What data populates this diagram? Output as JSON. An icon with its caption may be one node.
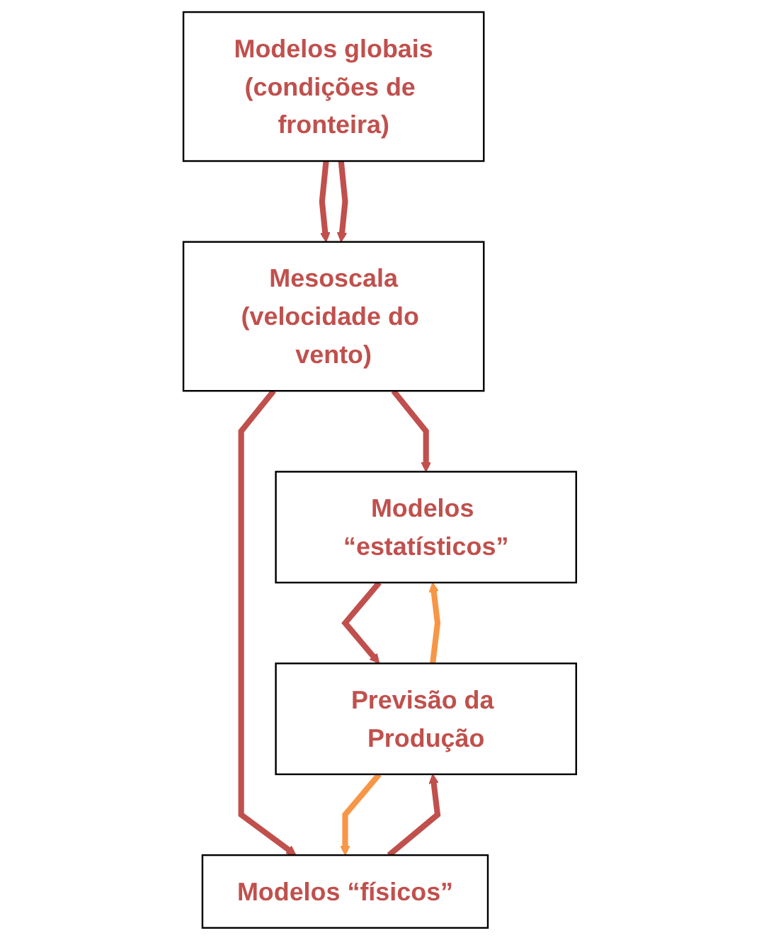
{
  "diagram": {
    "nodes": [
      {
        "text": [
          "Modelos globais",
          "(condições de fronteira)"
        ]
      },
      {
        "text": [
          "Mesoscala",
          "(velocidade do vento)"
        ]
      },
      {
        "text": [
          "Modelos “estatísticos”"
        ]
      },
      {
        "text": [
          "Modelos “físicos”"
        ]
      },
      {
        "text": [
          "Previsão da Produção"
        ]
      }
    ],
    "edges": [
      {
        "from": 0,
        "to": 1,
        "arrow": "to"
      },
      {
        "from": 0,
        "to": 1,
        "arrow": "to"
      },
      {
        "from": 1,
        "to": 2,
        "arrow": "to"
      },
      {
        "from": 1,
        "to": 3,
        "arrow": "to"
      },
      {
        "from": 2,
        "to": 4,
        "arrow": "to"
      },
      {
        "from": 4,
        "to": 2,
        "arrow": "to",
        "color": "#f79646"
      },
      {
        "from": 4,
        "to": 3,
        "arrow": "to",
        "color": "#f79646"
      },
      {
        "from": 3,
        "to": 4,
        "arrow": "to"
      }
    ]
  }
}
